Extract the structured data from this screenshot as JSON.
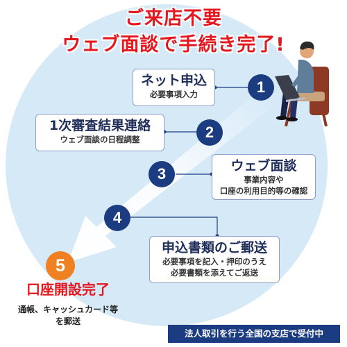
{
  "title": {
    "line1": "ご来店不要",
    "line2": "ウェブ面談で手続き完了!"
  },
  "steps": [
    {
      "number": "1",
      "title": "ネット申込",
      "desc": [
        "必要事項入力"
      ]
    },
    {
      "number": "2",
      "title": "1次審査結果連絡",
      "desc": [
        "ウェブ面談の日程調整"
      ]
    },
    {
      "number": "3",
      "title": "ウェブ面談",
      "desc": [
        "事業内容や",
        "口座の利用目的等の確認"
      ]
    },
    {
      "number": "4",
      "title": "申込書類のご郵送",
      "desc": [
        "必要事項を記入・押印のうえ",
        "必要書類を添えてご返送"
      ]
    }
  ],
  "final_step": {
    "number": "5",
    "title": "口座開設完了",
    "desc": [
      "通帳、キャッシュカード等",
      "を郵送"
    ]
  },
  "footer": "法人取引を行う全国の支店で受付中",
  "colors": {
    "navy": "#1b3c81",
    "red": "#e4171e",
    "orange": "#f08122",
    "background_circle": "#d5e9f7"
  }
}
